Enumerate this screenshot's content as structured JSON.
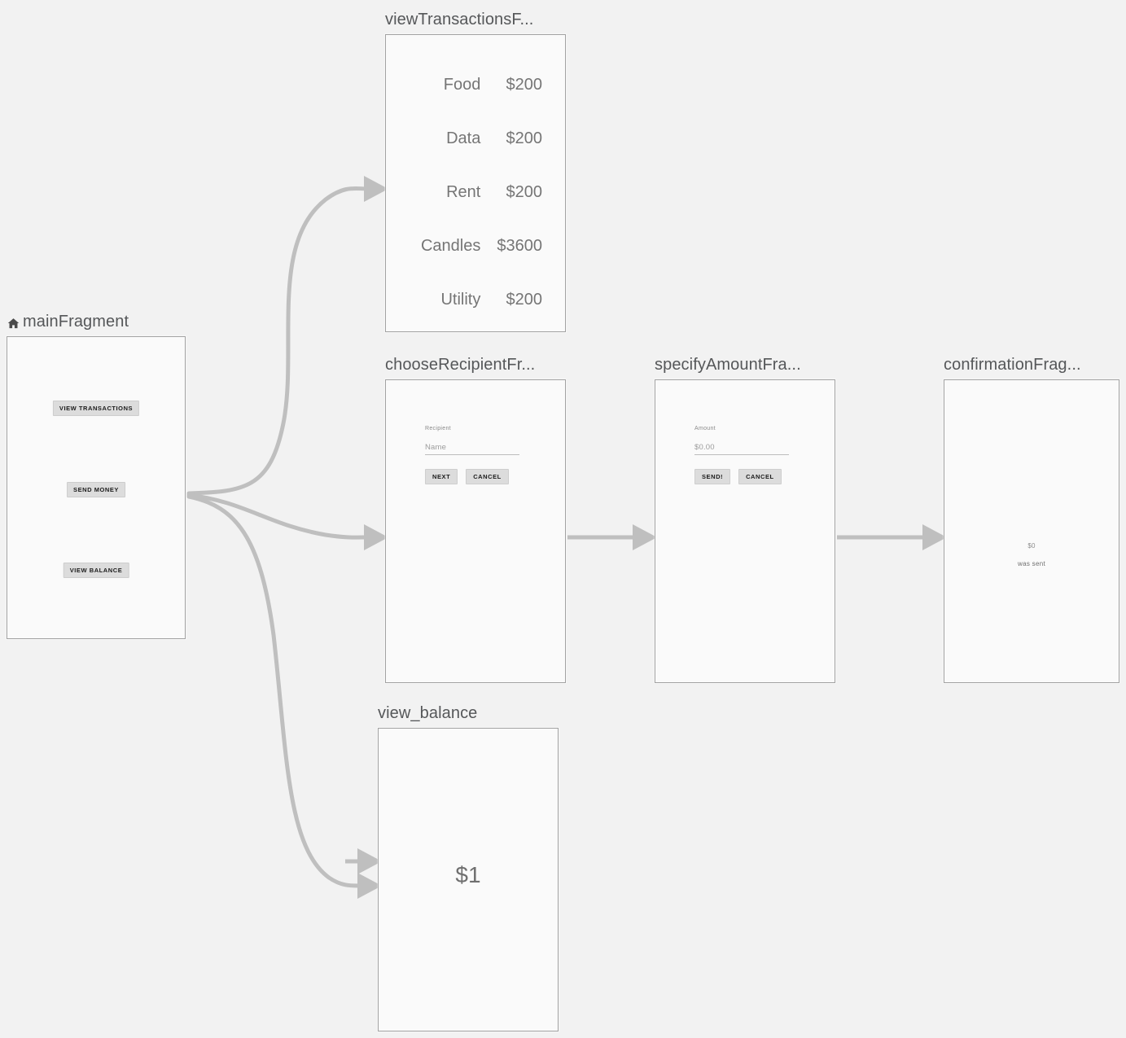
{
  "canvas": {
    "background_color": "#f2f2f2",
    "node_fill_color": "#fafafa",
    "node_border_color": "#a2a2a2",
    "arrow_color": "#bfbfbf",
    "title_color": "#555759"
  },
  "nodes": {
    "main": {
      "title": "mainFragment",
      "icon": "home-icon",
      "is_start_destination": true,
      "buttons": [
        {
          "label": "VIEW TRANSACTIONS"
        },
        {
          "label": "SEND MONEY"
        },
        {
          "label": "VIEW BALANCE"
        }
      ]
    },
    "transactions": {
      "title": "viewTransactionsF...",
      "rows": [
        {
          "name": "Food",
          "amount": "$200"
        },
        {
          "name": "Data",
          "amount": "$200"
        },
        {
          "name": "Rent",
          "amount": "$200"
        },
        {
          "name": "Candles",
          "amount": "$3600"
        },
        {
          "name": "Utility",
          "amount": "$200"
        }
      ]
    },
    "choose_recipient": {
      "title": "chooseRecipientFr...",
      "field_label": "Recipient",
      "field_placeholder": "Name",
      "primary_button": "NEXT",
      "secondary_button": "CANCEL"
    },
    "specify_amount": {
      "title": "specifyAmountFra...",
      "field_label": "Amount",
      "field_placeholder": "$0.00",
      "primary_button": "SEND!",
      "secondary_button": "CANCEL"
    },
    "confirmation": {
      "title": "confirmationFrag...",
      "amount": "$0",
      "message": "was sent"
    },
    "view_balance": {
      "title": "view_balance",
      "amount": "$1"
    }
  }
}
